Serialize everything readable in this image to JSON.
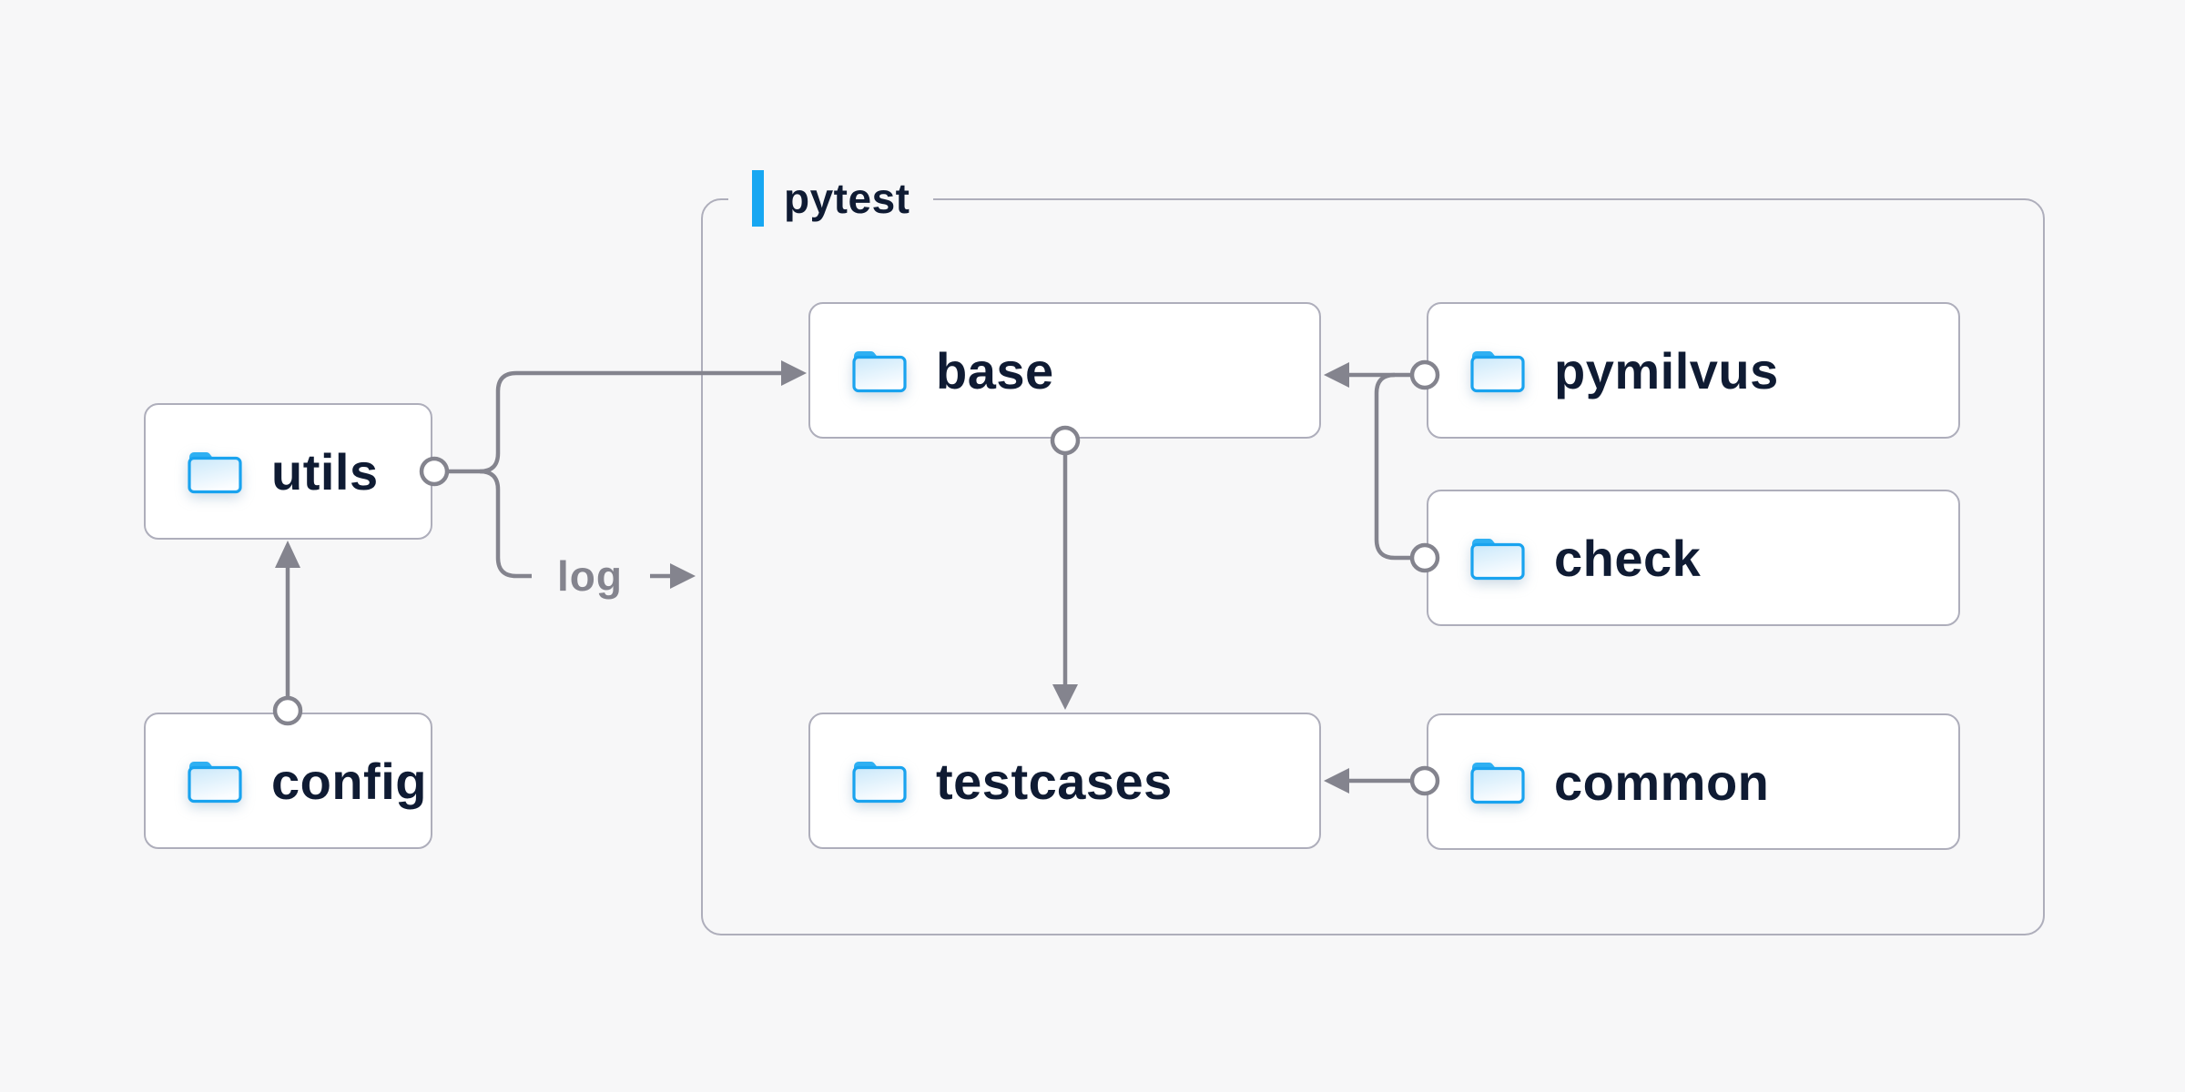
{
  "diagram": {
    "group": {
      "label": "pytest"
    },
    "nodes": {
      "utils": {
        "label": "utils",
        "icon": "folder-icon"
      },
      "config": {
        "label": "config",
        "icon": "folder-icon"
      },
      "base": {
        "label": "base",
        "icon": "folder-icon"
      },
      "pymilvus": {
        "label": "pymilvus",
        "icon": "folder-icon"
      },
      "check": {
        "label": "check",
        "icon": "folder-icon"
      },
      "testcases": {
        "label": "testcases",
        "icon": "folder-icon"
      },
      "common": {
        "label": "common",
        "icon": "folder-icon"
      }
    },
    "edges": [
      {
        "from": "config",
        "to": "utils"
      },
      {
        "from": "utils",
        "to": "base"
      },
      {
        "from": "utils",
        "to": "pytest-group",
        "label": "log"
      },
      {
        "from": "pymilvus",
        "to": "base"
      },
      {
        "from": "check",
        "to": "base"
      },
      {
        "from": "base",
        "to": "testcases"
      },
      {
        "from": "common",
        "to": "testcases"
      }
    ],
    "colors": {
      "background": "#F7F7F8",
      "node_background": "#FFFFFF",
      "border_gray": "#AEAEBB",
      "connector_gray": "#84848E",
      "accent_blue": "#17A7F2",
      "folder_blue": "#19A3EF",
      "text_navy": "#0F1B33",
      "edge_label_gray": "#84848E"
    }
  }
}
